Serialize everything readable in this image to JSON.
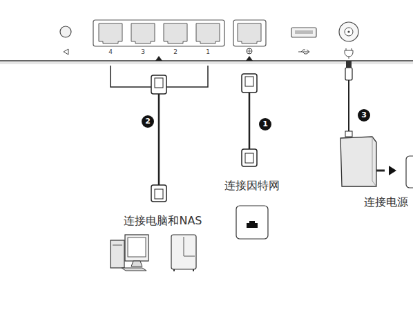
{
  "diagram": {
    "labels": [
      "4",
      "3",
      "2",
      "1",
      "2",
      "1",
      "3",
      "连接因特网",
      "连接电脑和NAS",
      "连接电源"
    ]
  }
}
